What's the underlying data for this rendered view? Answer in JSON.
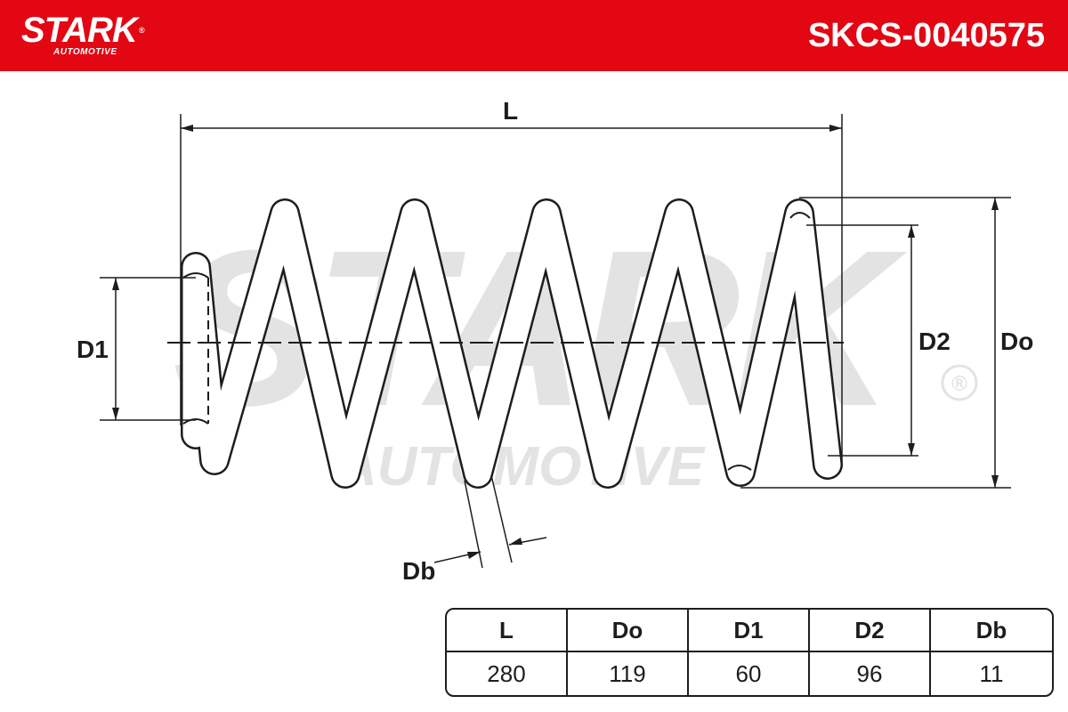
{
  "header": {
    "brand": "STARK",
    "brand_sub": "AUTOMOTIVE",
    "registered_mark": "®",
    "part_number": "SKCS-0040575",
    "background_color": "#e30613"
  },
  "watermark": {
    "text_main": "STARK",
    "text_sub": "AUTOMOTIVE",
    "registered_mark": "®"
  },
  "diagram": {
    "dimension_labels": {
      "L": "L",
      "D1": "D1",
      "D2": "D2",
      "Do": "Do",
      "Db": "Db"
    }
  },
  "spec_table": {
    "headers": [
      "L",
      "Do",
      "D1",
      "D2",
      "Db"
    ],
    "values": [
      "280",
      "119",
      "60",
      "96",
      "11"
    ]
  }
}
